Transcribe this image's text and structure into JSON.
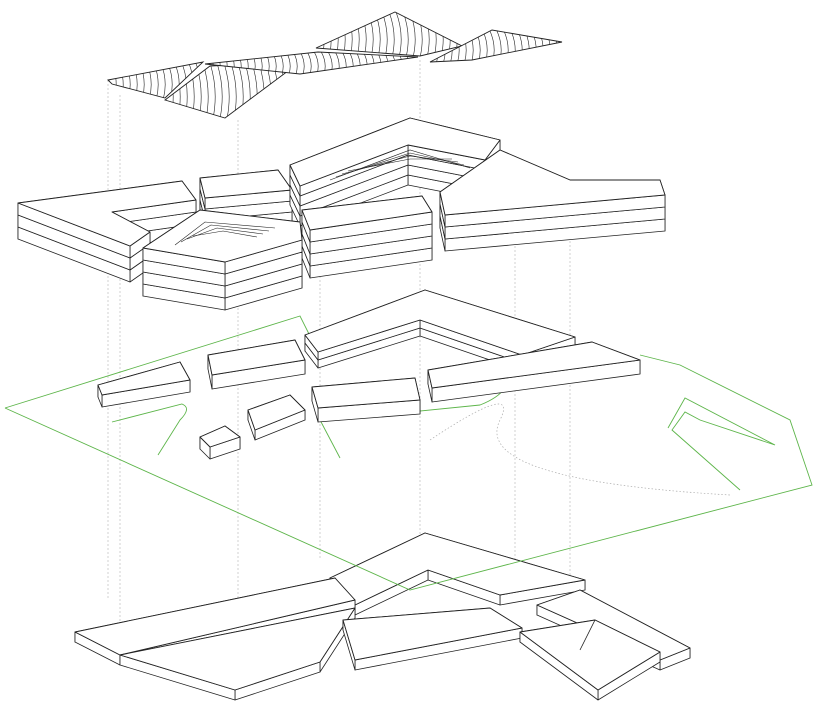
{
  "diagram": {
    "type": "exploded axonometric",
    "layers": [
      "roof",
      "building-volumes",
      "ground-level-volumes-and-site",
      "foundation-slabs"
    ],
    "colors": {
      "line": "#222222",
      "fill": "#ffffff",
      "site_outline": "#5db54a",
      "guide_lines": "#bdbdbd"
    }
  }
}
